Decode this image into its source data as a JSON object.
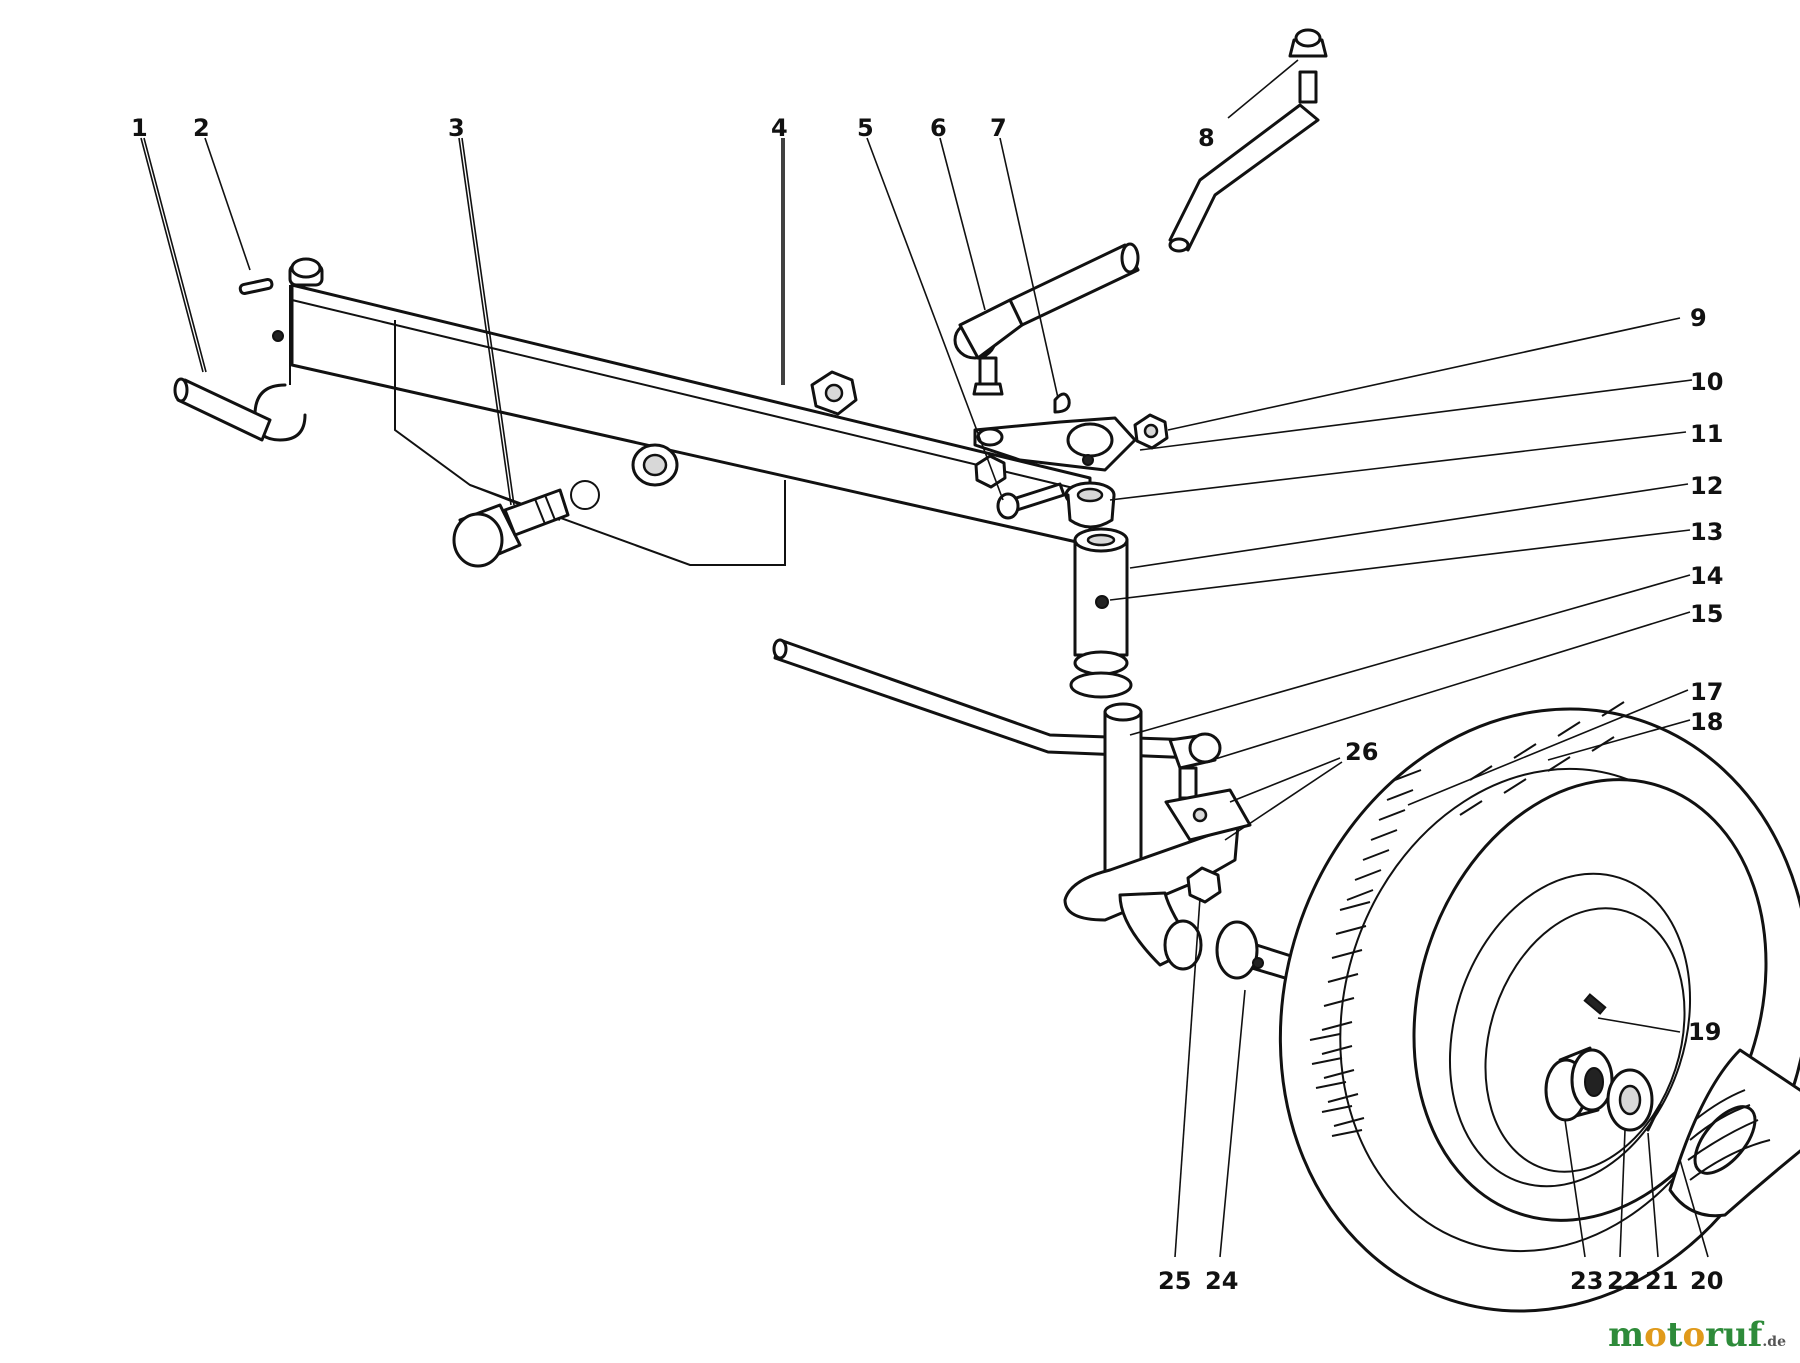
{
  "callouts": [
    "1",
    "2",
    "3",
    "4",
    "5",
    "6",
    "7",
    "8",
    "9",
    "10",
    "11",
    "12",
    "13",
    "14",
    "15",
    "17",
    "18",
    "26",
    "19",
    "20",
    "21",
    "22",
    "23",
    "24",
    "25"
  ],
  "watermark": {
    "main_m": "m",
    "main_o1": "o",
    "main_t": "t",
    "main_o2": "o",
    "main_rest": "ruf",
    "suffix": ".de"
  },
  "colors": {
    "line": "#111111",
    "watermark_green": "#2e8b3a",
    "watermark_orange": "#e09a1b"
  }
}
